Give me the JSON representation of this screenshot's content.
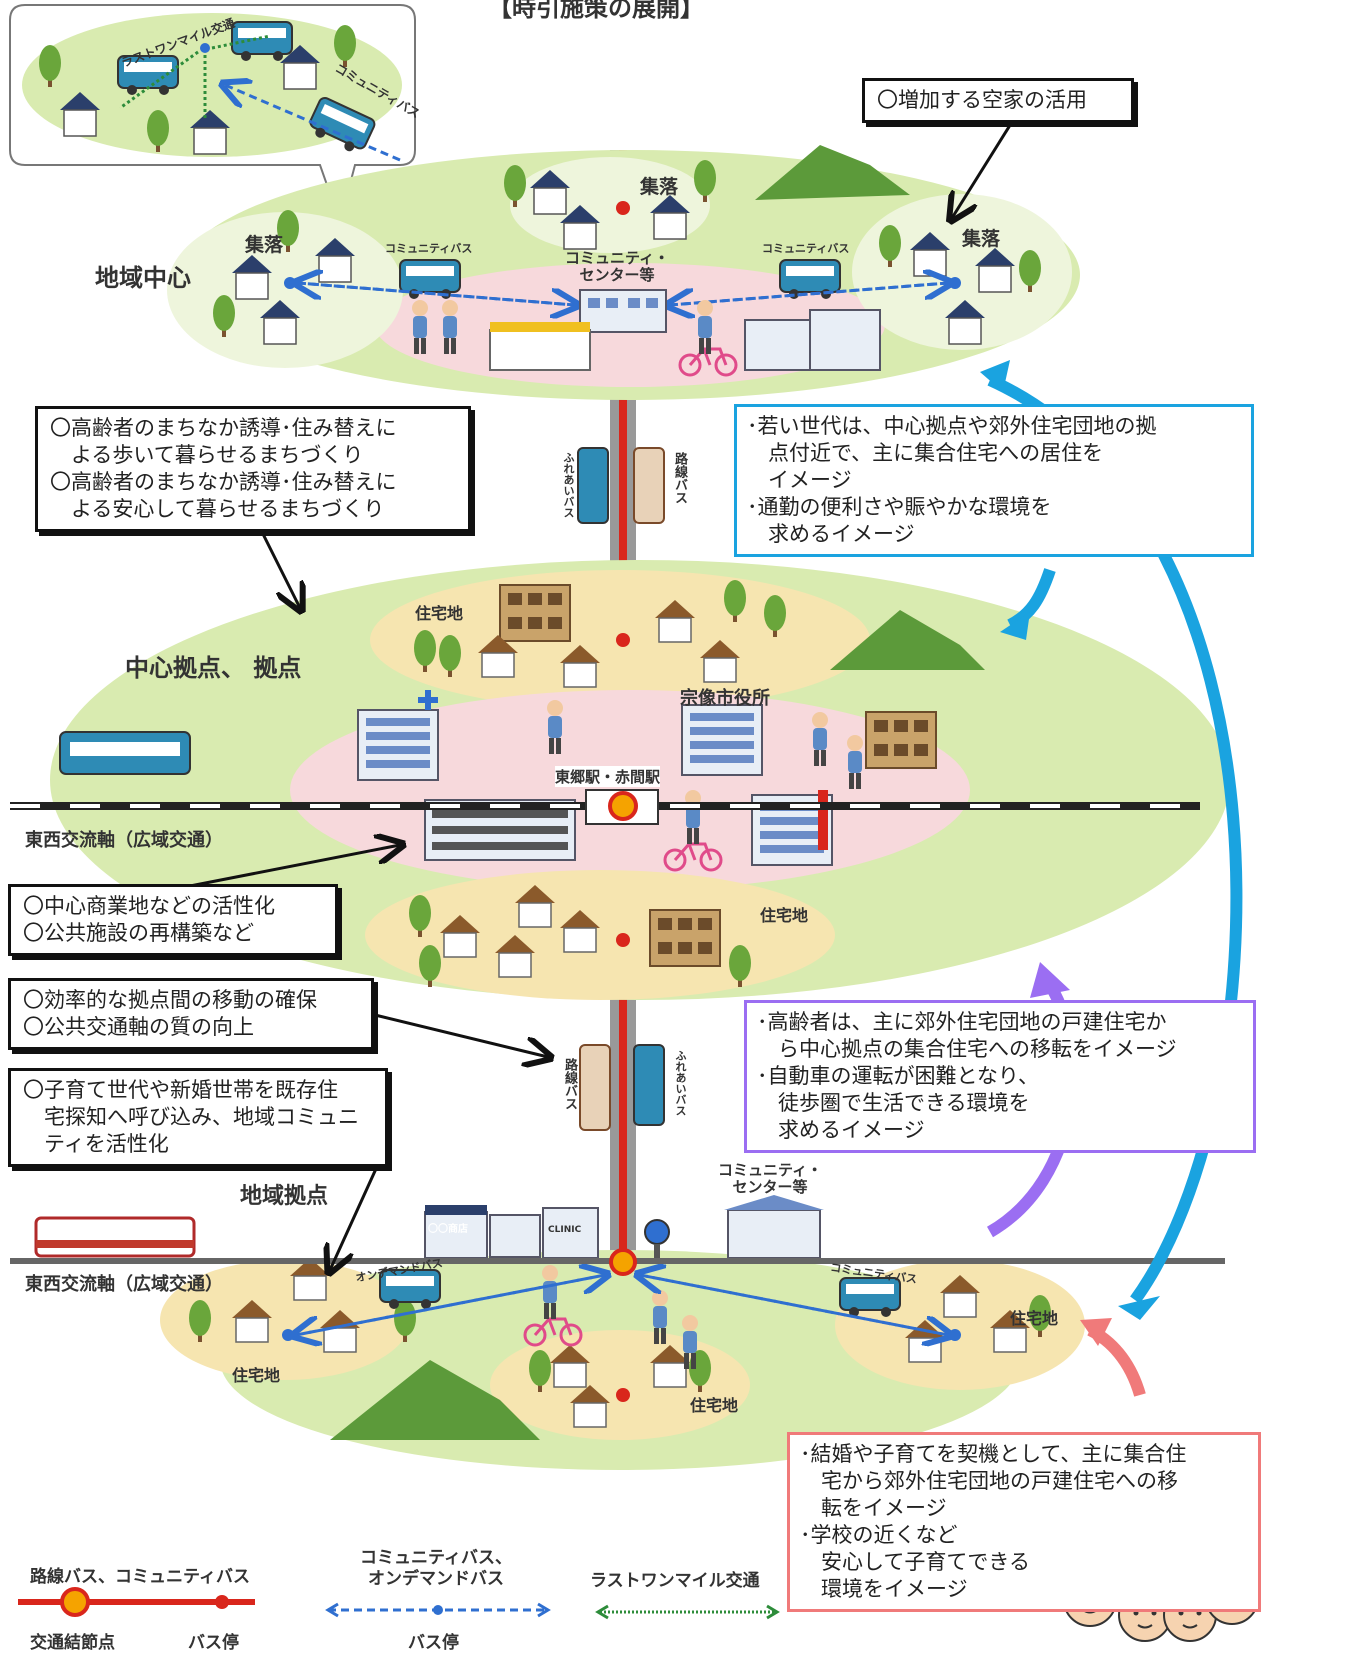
{
  "title": "【時引施策の展開】",
  "places": {
    "top_inset_lastmile": "ラストワンマイル交通",
    "top_inset_community_bus": "コミュニティバス",
    "hamlet": "集落",
    "regional_center": "地域中心",
    "community_center": "コミュニティ・\nセンター等",
    "community_bus": "コミュニティバス",
    "central_hub": "中心拠点、 拠点",
    "residential": "住宅地",
    "city_hall": "宗像市役所",
    "station": "東郷駅・赤間駅",
    "east_west_axis": "東西交流軸（広域交通）",
    "regional_hub": "地域拠点",
    "on_demand_bus": "オンデマンドバス",
    "route_bus_vertical": "路線バス",
    "fureai_bus_vertical": "ふれあいバス",
    "shop_sign": "〇〇商店",
    "clinic": "CLINIC"
  },
  "callouts": {
    "vacant_houses": "〇増加する空家の活用",
    "elderly_guidance": [
      "〇高齢者のまちなか誘導･住み替えに",
      "　よる歩いて暮らせるまちづくり",
      "〇高齢者のまちなか誘導･住み替えに",
      "　よる安心して暮らせるまちづくり"
    ],
    "commercial": [
      "〇中心商業地などの活性化",
      "〇公共施設の再構築など"
    ],
    "transport": [
      "〇効率的な拠点間の移動の確保",
      "〇公共交通軸の質の向上"
    ],
    "families": [
      "〇子育て世代や新婚世帯を既存住",
      "　宅探知へ呼び込み、地域コミュニ",
      "　ティを活性化"
    ]
  },
  "side_boxes": {
    "young": [
      "･若い世代は、中心拠点や郊外住宅団地の拠",
      "　点付近で、主に集合住宅への居住を",
      "　イメージ",
      "･通勤の便利さや賑やかな環境を",
      "　求めるイメージ"
    ],
    "elderly": [
      "･高齢者は、主に郊外住宅団地の戸建住宅か",
      "　ら中心拠点の集合住宅への移転をイメージ",
      "･自動車の運転が困難となり、",
      "　徒歩圏で生活できる環境を",
      "　求めるイメージ"
    ],
    "families": [
      "･結婚や子育てを契機として、主に集合住",
      "　宅から郊外住宅団地の戸建住宅への移",
      "　転をイメージ",
      "･学校の近くなど",
      "　安心して子育てできる",
      "　環境をイメージ"
    ]
  },
  "legend": {
    "route_bus": "路線バス、コミュニティバス",
    "node": "交通結節点",
    "bus_stop": "バス停",
    "community_ondemand": "コミュニティバス、\nオンデマンドバス",
    "bus_stop2": "バス停",
    "last_mile": "ラストワンマイル交通"
  },
  "colors": {
    "rail_red": "#d9261c",
    "blue_arrow": "#1aa3e0",
    "purple_arrow": "#9b6ef2",
    "pink_arrow": "#f07a7a",
    "green_zone": "#d9ebb0",
    "pink_zone": "#f7d9dc",
    "yellow_zone": "#f6e5b0"
  }
}
